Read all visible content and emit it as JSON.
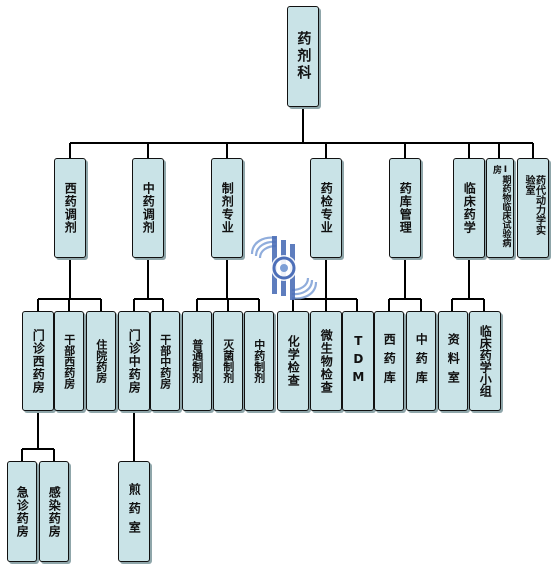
{
  "root": "药剂科",
  "departments": {
    "xiyao_tiaoji": "西药调剂",
    "zhongyao_tiaoji": "中药调剂",
    "zhiji_zhuanye": "制剂专业",
    "yaojian_zhuanye": "药检专业",
    "yaoku_guanli": "药库管理",
    "linchuang_yaoxue": "临床药学",
    "i_qi_linchuang": "Ⅰ期药物临床试验病房",
    "yaodai_donglixue": "药代动力学实验室"
  },
  "sections": {
    "menzhen_xiyaofang": "门诊西药房",
    "ganbu_xiyaofang": "干部西药房",
    "zhuyuan_yaofang": "住院药房",
    "menzhen_zhongyaofang": "门诊中药房",
    "ganbu_zhongyaofang": "干部中药房",
    "putong_zhiji": "普通制剂",
    "miejun_zhiji": "灭菌制剂",
    "zhongyao_zhiji": "中药制剂",
    "huaxue_jiancha": "化学检查",
    "weishengwu_jiancha": "微生物检查",
    "tdm": "TDM",
    "xiyaoku": "西药库",
    "zhongyaoku": "中药库",
    "ziliaoshi": "资料室",
    "linchuang_xiaozu": "临床药学小组"
  },
  "units": {
    "jizhen_yaofang": "急诊药房",
    "ganran_yaofang": "感染药房",
    "jianyaoshi": "煎药室"
  }
}
